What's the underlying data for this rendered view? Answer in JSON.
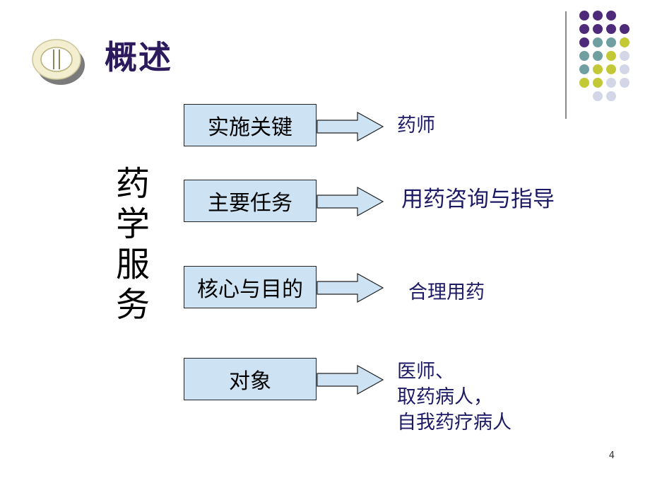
{
  "title": "概述",
  "vertical_title": [
    "药",
    "学",
    "服",
    "务"
  ],
  "rows": [
    {
      "label": "实施关键",
      "value": [
        "药师"
      ]
    },
    {
      "label": "主要任务",
      "value": [
        "用药咨询与指导"
      ]
    },
    {
      "label": "核心与目的",
      "value": [
        "合理用药"
      ]
    },
    {
      "label": "对象",
      "value": [
        "医师、",
        "取药病人，",
        "自我药疗病人"
      ]
    }
  ],
  "page_number": "4",
  "colors": {
    "box_fill": "#cde3f4",
    "arrow_fill": "#cde3f4",
    "title": "#2b1a5c",
    "right_text": "#1d1a66",
    "dot_purple": "#4e2a7a",
    "dot_teal": "#6f9fa0",
    "dot_olive": "#c3c936",
    "dot_light": "#d3d6e6"
  },
  "icons": [
    "disc-emblem-icon",
    "decorative-dot-grid"
  ]
}
